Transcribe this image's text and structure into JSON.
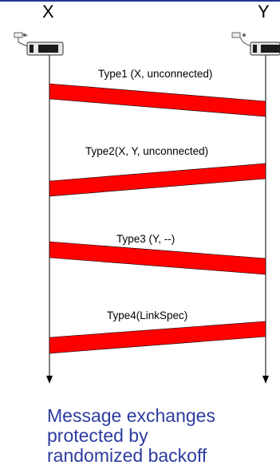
{
  "nodes": {
    "left": "X",
    "right": "Y"
  },
  "messages": [
    {
      "label": "Type1 (X, unconnected)"
    },
    {
      "label": "Type2(X, Y, unconnected)"
    },
    {
      "label": "Type3 (Y, --)"
    },
    {
      "label": "Type4(LinkSpec)"
    }
  ],
  "caption": {
    "line1": "Message exchanges",
    "line2": "protected by",
    "line3": "randomized backoff"
  },
  "colors": {
    "arrow_fill": "#ff0000",
    "lifeline": "#000000",
    "caption": "#2d3c9e",
    "top_rule": "#1f3a93"
  },
  "icons": {
    "left_device": "wireless-node-icon",
    "right_device": "wireless-node-icon"
  }
}
